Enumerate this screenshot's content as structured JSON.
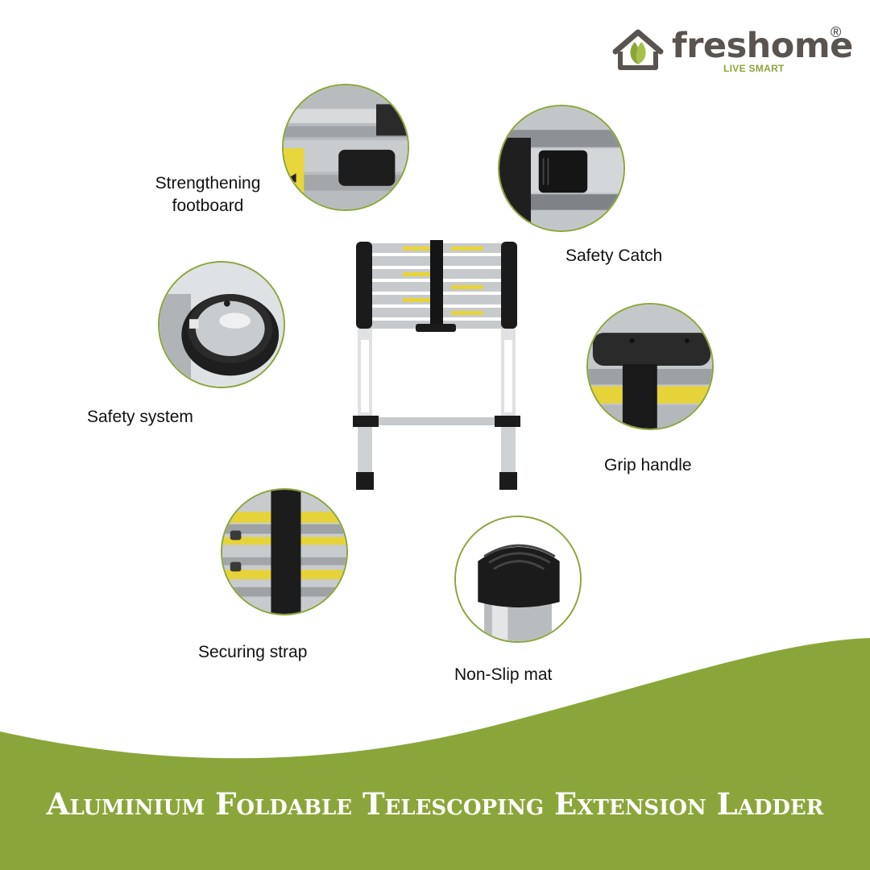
{
  "brand": {
    "name": "freshome",
    "registered_mark": "®",
    "tagline": "LIVE SMART",
    "logo_icon": "house-leaf-icon",
    "colors": {
      "text": "#5a5450",
      "accent": "#8aa63a"
    }
  },
  "features": [
    {
      "id": "strengthening-footboard",
      "label": "Strengthening footboard",
      "icon": "footboard-closeup"
    },
    {
      "id": "safety-catch",
      "label": "Safety Catch",
      "icon": "catch-closeup"
    },
    {
      "id": "safety-system",
      "label": "Safety system",
      "icon": "cap-closeup"
    },
    {
      "id": "grip-handle",
      "label": "Grip handle",
      "icon": "handle-closeup"
    },
    {
      "id": "securing-strap",
      "label": "Securing strap",
      "icon": "strap-closeup"
    },
    {
      "id": "non-slip-mat",
      "label": "Non-Slip mat",
      "icon": "foot-closeup"
    }
  ],
  "title": "Aluminium Foldable Telescoping Extension Ladder",
  "colors": {
    "wave": "#8aa63a",
    "circle_border": "#8aa63a",
    "background": "#ffffff"
  }
}
